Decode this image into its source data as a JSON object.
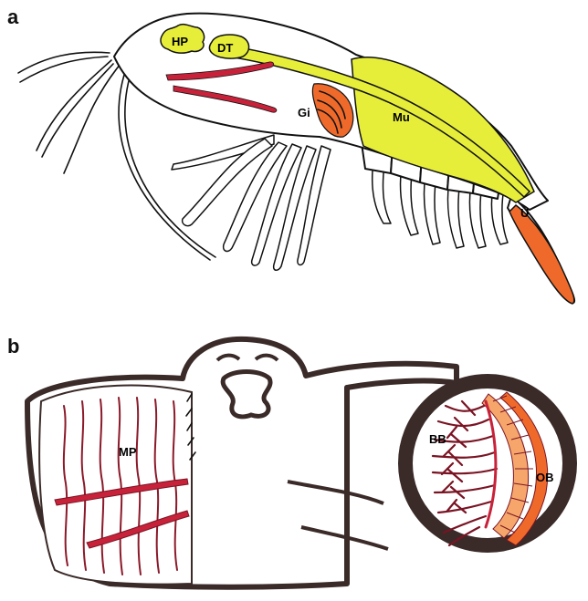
{
  "figure": {
    "panels": [
      {
        "letter": "a",
        "labels": {
          "hp": "HP",
          "dt": "DT",
          "gi": "Gi",
          "mu": "Mu",
          "u": "U"
        }
      },
      {
        "letter": "b",
        "labels": {
          "mp": "MP",
          "bb": "BB",
          "ob": "OB"
        }
      }
    ],
    "colors": {
      "yellow": "#e6ee3a",
      "orange": "#ef6a2a",
      "red": "#c8223a",
      "dark_red": "#8b1a2a",
      "outline": "#111111"
    }
  }
}
